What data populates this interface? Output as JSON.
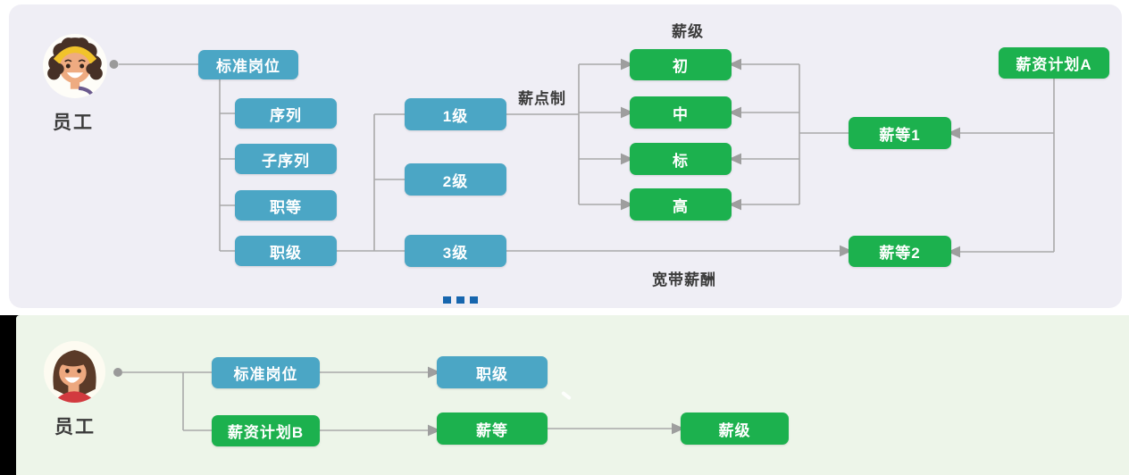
{
  "colors": {
    "node-blue": "#4BA6C5",
    "node-green": "#1CB14E",
    "wire": "#A9A9A9",
    "arrow": "#9E9E9E",
    "dot": "#9A9A9A",
    "label": "#3B3B3B",
    "panel-a-bg": "#EFEEF5",
    "panel-b-bg": "#EDF5E9",
    "ellipsis": "#1766AE",
    "page-bg": "#FFFFFF",
    "strip": "#000000"
  },
  "panel_a": {
    "employee_label": "员工",
    "nodes": {
      "std_position": "标准岗位",
      "sequence": "序列",
      "sub_sequence": "子序列",
      "job_grade": "职等",
      "job_level": "职级",
      "level_1": "1级",
      "level_2": "2级",
      "level_3": "3级",
      "salary_step_junior": "初",
      "salary_step_middle": "中",
      "salary_step_standard": "标",
      "salary_step_high": "高",
      "salary_grade_1": "薪等1",
      "salary_grade_2": "薪等2",
      "salary_plan_a": "薪资计划A"
    },
    "labels": {
      "salary_step": "薪级",
      "salary_point_system": "薪点制",
      "broadband_pay": "宽带薪酬",
      "ellipsis": "..."
    }
  },
  "panel_b": {
    "employee_label": "员工",
    "nodes": {
      "std_position": "标准岗位",
      "salary_plan_b": "薪资计划B",
      "job_level": "职级",
      "salary_grade": "薪等",
      "salary_step": "薪级"
    }
  }
}
